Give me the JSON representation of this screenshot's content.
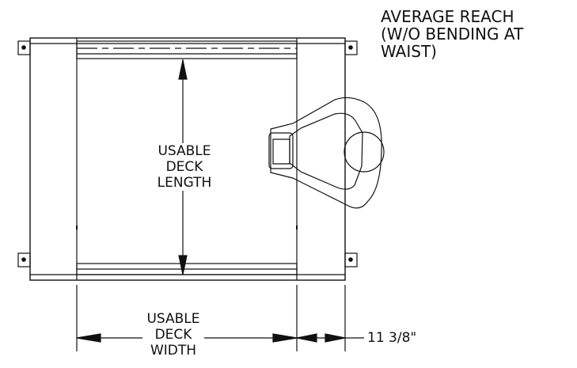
{
  "reach_note": {
    "line1": "AVERAGE REACH",
    "line2": "(W/O BENDING AT",
    "line3": "WAIST)"
  },
  "deck_length_label": {
    "line1": "USABLE",
    "line2": "DECK",
    "line3": "LENGTH"
  },
  "deck_width_label": {
    "line1": "USABLE",
    "line2": "DECK",
    "line3": "WIDTH"
  },
  "side_dimension": "11 3/8\""
}
